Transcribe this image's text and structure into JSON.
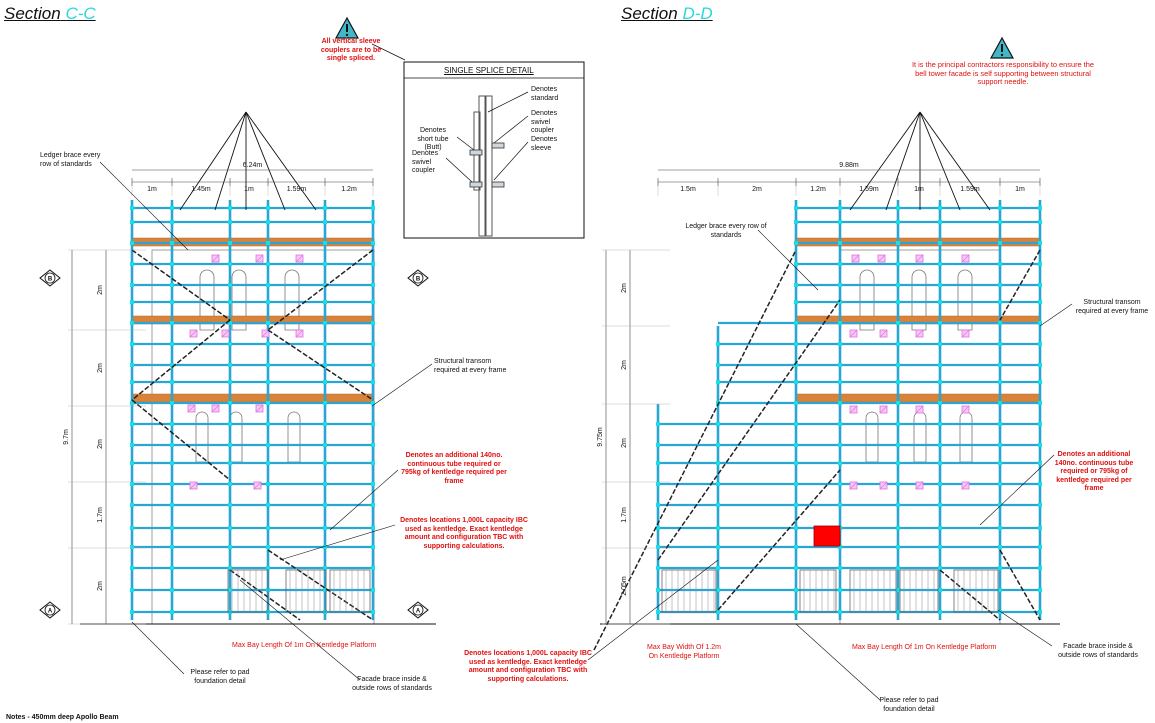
{
  "sections": {
    "left_title": "Section",
    "left_id": "C-C",
    "right_title": "Section",
    "right_id": "D-D"
  },
  "warnings": {
    "left": "All vertical sleeve couplers are to be single spliced.",
    "right": "It is the principal contractors responsibility to ensure the bell tower facade is self supporting between structural support needle."
  },
  "splice_detail": {
    "title": "SINGLE SPLICE DETAIL",
    "labels": [
      "Denotes standard",
      "Denotes short tube (Butt)",
      "Denotes swivel coupler",
      "Denotes swivel coupler",
      "Denotes sleeve"
    ]
  },
  "left_section": {
    "overall_width": "6.24m",
    "bay_widths": [
      "1m",
      "1.45m",
      "1m",
      "1.59m",
      "1.2m"
    ],
    "lift_heights": [
      "2m",
      "2m",
      "2m",
      "1.7m",
      "2m"
    ],
    "overall_height": "9.7m",
    "grid_markers": [
      "B",
      "B",
      "A",
      "A"
    ],
    "notes": {
      "ledger": "Ledger brace every row of standards",
      "transom": "Structural transom required at every frame",
      "tube": "Denotes an additional 140no. continuous tube required or 795kg of kentledge required per frame",
      "ibc": "Denotes locations 1,000L capacity IBC used as kentledge. Exact kentledge amount and configuration TBC with supporting calculations.",
      "max_bay": "Max Bay Length Of 1m On Kentledge Platform",
      "pad": "Please refer to pad foundation detail",
      "facade": "Facade brace inside & outside rows of standards"
    }
  },
  "right_section": {
    "overall_width": "9.88m",
    "bay_widths": [
      "1.5m",
      "2m",
      "1.2m",
      "1.59m",
      "1m",
      "1.59m",
      "1m"
    ],
    "lift_heights": [
      "2m",
      "2m",
      "2m",
      "1.7m",
      "2.05m"
    ],
    "overall_height": "9.75m",
    "notes": {
      "ledger": "Ledger brace every row of standards",
      "transom": "Structural transom required at every frame",
      "tube": "Denotes an additional 140no. continuous tube required or 795kg of kentledge required per frame",
      "ibc": "Denotes locations 1,000L capacity IBC used as kentledge. Exact kentledge amount and configuration TBC with supporting calculations.",
      "max_bay_width": "Max Bay Width Of 1.2m On Kentledge Platform",
      "max_bay": "Max Bay Length Of 1m On Kentledge Platform",
      "pad": "Please refer to pad foundation detail",
      "facade": "Facade brace inside & outside rows of standards"
    }
  },
  "footer_note": "Notes - 450mm deep Apollo Beam",
  "colors": {
    "scaffold": "#2aa6d6",
    "board": "#d9823a",
    "warning": "#e01010",
    "accent_id": "#2ad8d8",
    "ibc": "#ff0000",
    "marker": "#e070e0"
  }
}
